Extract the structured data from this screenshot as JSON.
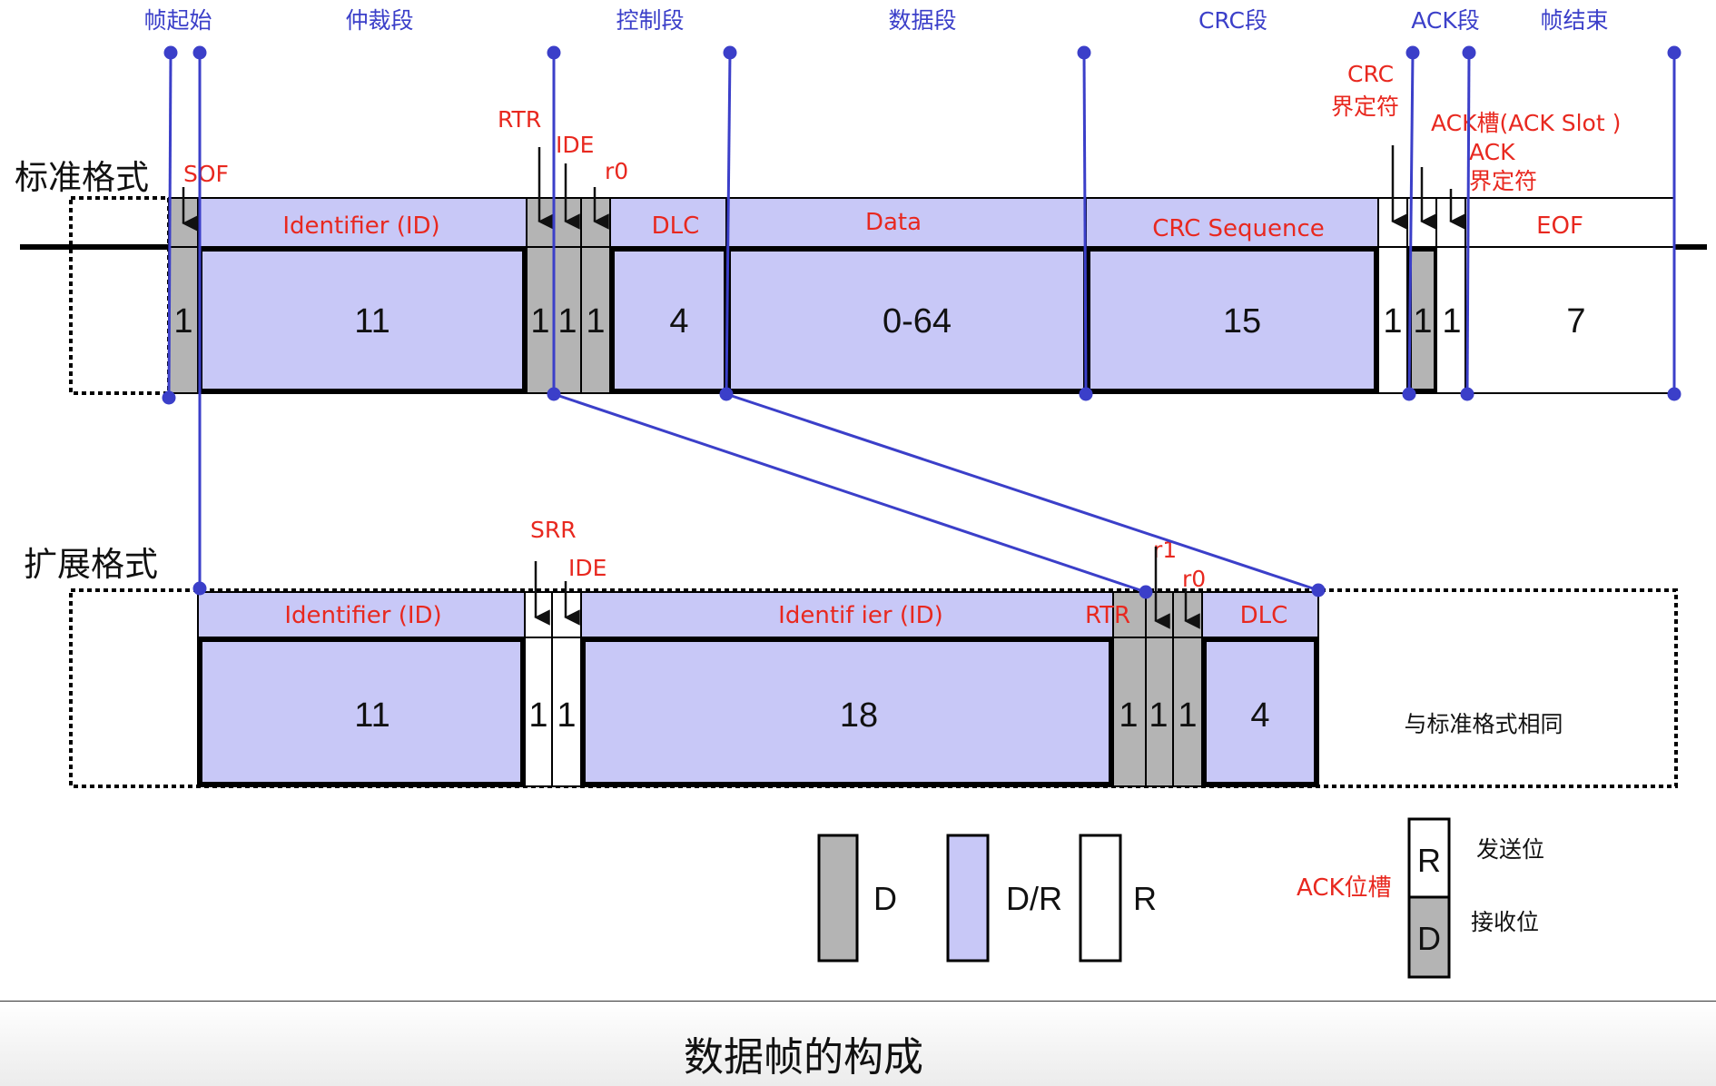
{
  "sections": [
    "帧起始",
    "仲裁段",
    "控制段",
    "数据段",
    "CRC段",
    "ACK段",
    "帧结束"
  ],
  "formats": {
    "standard": "标准格式",
    "extended": "扩展格式"
  },
  "standard": {
    "field_names": {
      "id": "Identifier (ID)",
      "dlc": "DLC",
      "data": "Data",
      "crc": "CRC Sequence",
      "eof": "EOF"
    },
    "bit_labels": {
      "sof": "SOF",
      "rtr": "RTR",
      "ide": "IDE",
      "r0": "r0",
      "crc_delim_1": "CRC",
      "crc_delim_2": "界定符",
      "ack_slot": "ACK槽(ACK Slot )",
      "ack_delim_1": "ACK",
      "ack_delim_2": "界定符"
    },
    "values": {
      "sof": "1",
      "id": "11",
      "rtr": "1",
      "ide": "1",
      "r0": "1",
      "dlc": "4",
      "data": "0-64",
      "crc": "15",
      "crc_delim": "1",
      "ack_slot": "1",
      "ack_delim": "1",
      "eof": "7"
    }
  },
  "extended": {
    "field_names": {
      "id1": "Identifier (ID)",
      "id2": "Identif ier (ID)",
      "rtr": "RTR",
      "dlc": "DLC"
    },
    "bit_labels": {
      "srr": "SRR",
      "ide": "IDE",
      "r1": "r1",
      "r0": "r0"
    },
    "values": {
      "id1": "11",
      "srr": "1",
      "ide": "1",
      "id2": "18",
      "rtr": "1",
      "r1": "1",
      "r0": "1",
      "dlc": "4"
    },
    "same_note": "与标准格式相同"
  },
  "legend": {
    "dominant": "D",
    "dominant_recessive": "D/R",
    "recessive": "R",
    "ack_slot": "ACK位槽",
    "send_label": "R",
    "send_desc": "发送位",
    "recv_label": "D",
    "recv_desc": "接收位"
  },
  "colors": {
    "dominant": "#b4b4b4",
    "dominant_recessive": "#c8c8f7",
    "recessive": "#ffffff",
    "section_blue": "#3b3fc9",
    "label_red": "#e8281f"
  },
  "caption": "数据帧的构成"
}
